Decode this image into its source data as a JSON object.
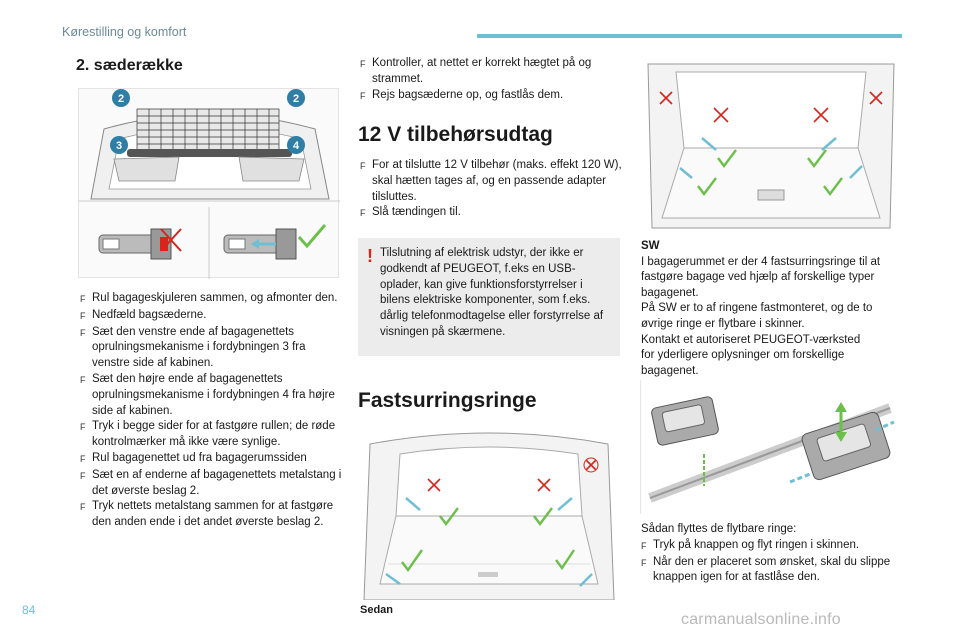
{
  "header": {
    "section": "Kørestilling og komfort"
  },
  "page_number": "84",
  "watermark": "carmanualsonline.info",
  "col1": {
    "title": "2. sæderække",
    "illustration": {
      "callouts": [
        "2",
        "2",
        "3",
        "4"
      ]
    },
    "bullets": [
      "Rul bagageskjuleren sammen, og afmonter den.",
      "Nedfæld bagsæderne.",
      "Sæt den venstre ende af bagagenettets oprulningsmekanisme i fordybningen 3 fra venstre side af kabinen.",
      "Sæt den højre ende af bagagenettets oprulningsmekanisme i fordybningen 4 fra højre side af kabinen.",
      "Tryk i begge sider for at fastgøre rullen; de røde kontrolmærker må ikke være synlige.",
      "Rul bagagenettet ud fra bagagerumssiden",
      "Sæt en af enderne af bagagenettets metalstang i det øverste beslag 2.",
      "Tryk nettets metalstang sammen for at fastgøre den anden ende i det andet øverste beslag 2."
    ]
  },
  "col2": {
    "top_bullets": [
      "Kontroller, at nettet er korrekt hægtet på og strammet.",
      "Rejs bagsæderne op, og fastlås dem."
    ],
    "h12v": "12 V tilbehørsudtag",
    "mid_bullets": [
      "For at tilslutte 12 V tilbehør (maks. effekt 120 W), skal hætten tages af, og en passende adapter tilsluttes.",
      "Slå tændingen til."
    ],
    "warning": "Tilslutning af elektrisk udstyr, der ikke er godkendt af PEUGEOT, f.eks en USB-oplader, kan give funktionsforstyrrelser i bilens elektriske komponenter, som f.eks. dårlig telefonmodtagelse eller forstyrrelse af visningen på skærmene.",
    "warning_icon": "exclamation-icon",
    "hfast": "Fastsurringsringe",
    "sedan_label": "Sedan"
  },
  "col3": {
    "sw_title": "SW",
    "sw_lines": [
      "I bagagerummet er der 4 fastsurringsringe til at",
      "fastgøre bagage ved hjælp af forskellige typer",
      "bagagenet.",
      "På SW er to af ringene fastmonteret, og de to",
      "øvrige ringe er flytbare i skinner.",
      "Kontakt et autoriseret PEUGEOT-værksted",
      "for yderligere oplysninger om forskellige",
      "bagagenet."
    ],
    "move_lead": "Sådan flyttes de flytbare ringe:",
    "move_bullets": [
      "Tryk på knappen og flyt ringen i skinnen.",
      "Når den er placeret som ønsket, skal du slippe knappen igen for at fastlåse den."
    ]
  },
  "colors": {
    "accent": "#6fbfd4",
    "warning": "#d6261c",
    "check": "#6cc04a",
    "cross": "#d6261c"
  },
  "bullet_marker": "F"
}
